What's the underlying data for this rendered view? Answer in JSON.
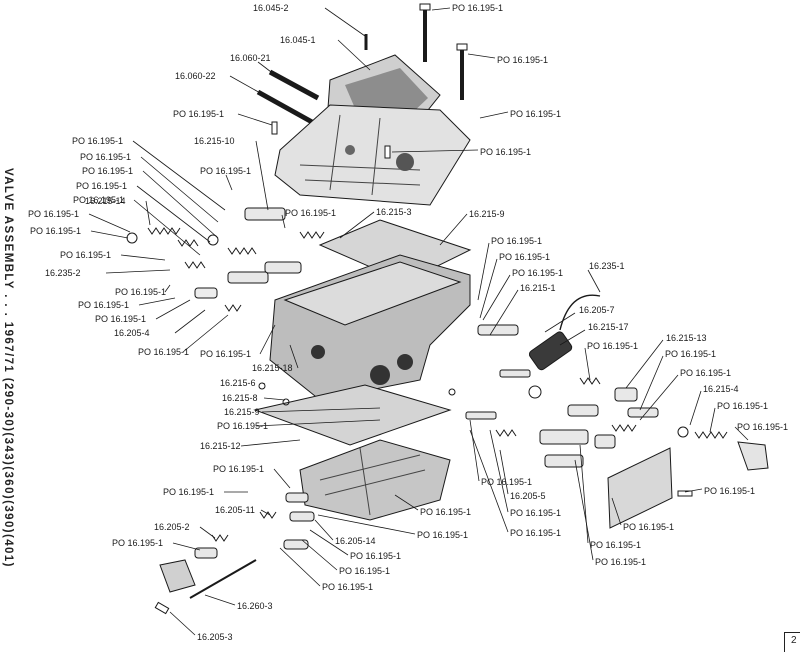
{
  "title": "VALVE  ASSEMBLY . . .  1967/71  (290-30)(343)(360)(390)(401)",
  "page_number": "2",
  "callouts": [
    "16.045-2",
    "PO 16.195-1",
    "16.045-1",
    "PO 16.195-1",
    "16.060-21",
    "16.060-22",
    "PO 16.195-1",
    "PO 16.195-1",
    "PO 16.195-1",
    "PO 16.195-1",
    "PO 16.195-1",
    "PO 16.195-1",
    "16.215-10",
    "PO 16.195-1",
    "PO 16.195-1",
    "PO 16.195-1",
    "16.215-14",
    "PO 16.195-1",
    "PO 16.195-1",
    "PO 16.195-1",
    "16.215-3",
    "16.215-9",
    "PO 16.195-1",
    "PO 16.195-1",
    "PO 16.195-1",
    "PO 16.195-1",
    "16.215-1",
    "16.235-1",
    "16.235-2",
    "16.205-7",
    "PO 16.195-1",
    "PO 16.195-1",
    "PO 16.195-1",
    "16.205-4",
    "PO 16.195-1",
    "PO 16.195-1",
    "16.215-17",
    "16.215-18",
    "16.215-6",
    "16.215-8",
    "16.215-9",
    "PO 16.195-1",
    "16.215-12",
    "PO 16.195-1",
    "16.215-13",
    "PO 16.195-1",
    "PO 16.195-1",
    "16.215-4",
    "PO 16.195-1",
    "PO 16.195-1",
    "PO 16.195-1",
    "PO 16.195-1",
    "16.205-5",
    "PO 16.195-1",
    "PO 16.195-1",
    "PO 16.195-1",
    "PO 16.195-1",
    "PO 16.195-1",
    "PO 16.195-1",
    "PO 16.195-1",
    "16.205-11",
    "PO 16.195-1",
    "16.205-14",
    "16.205-2",
    "PO 16.195-1",
    "PO 16.195-1",
    "PO 16.195-1",
    "16.260-3",
    "16.205-3",
    "PO 16.195-1",
    "PO 16.195-1"
  ]
}
